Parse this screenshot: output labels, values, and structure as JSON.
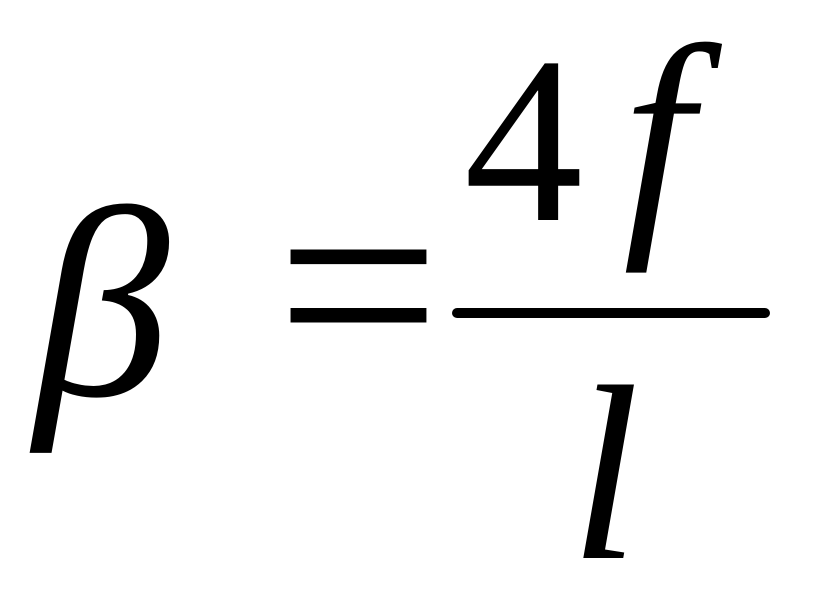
{
  "formula": {
    "lhs": "β",
    "operator": "=",
    "numerator": {
      "coefficient": "4",
      "variable": "f"
    },
    "denominator": "l"
  }
}
